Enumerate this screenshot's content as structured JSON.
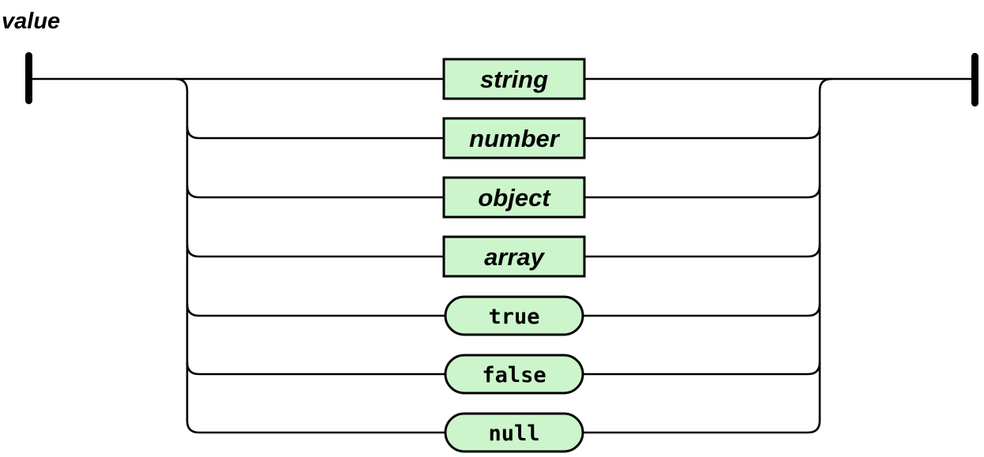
{
  "diagram": {
    "title": "value",
    "branches": [
      {
        "label": "string",
        "type": "nonterminal",
        "shape": "rectangle"
      },
      {
        "label": "number",
        "type": "nonterminal",
        "shape": "rectangle"
      },
      {
        "label": "object",
        "type": "nonterminal",
        "shape": "rectangle"
      },
      {
        "label": "array",
        "type": "nonterminal",
        "shape": "rectangle"
      },
      {
        "label": "true",
        "type": "terminal",
        "shape": "rounded"
      },
      {
        "label": "false",
        "type": "terminal",
        "shape": "rounded"
      },
      {
        "label": "null",
        "type": "terminal",
        "shape": "rounded"
      }
    ],
    "colors": {
      "node_fill": "#ccf5cc",
      "line": "#000000",
      "text": "#000000",
      "background": "#ffffff"
    }
  }
}
